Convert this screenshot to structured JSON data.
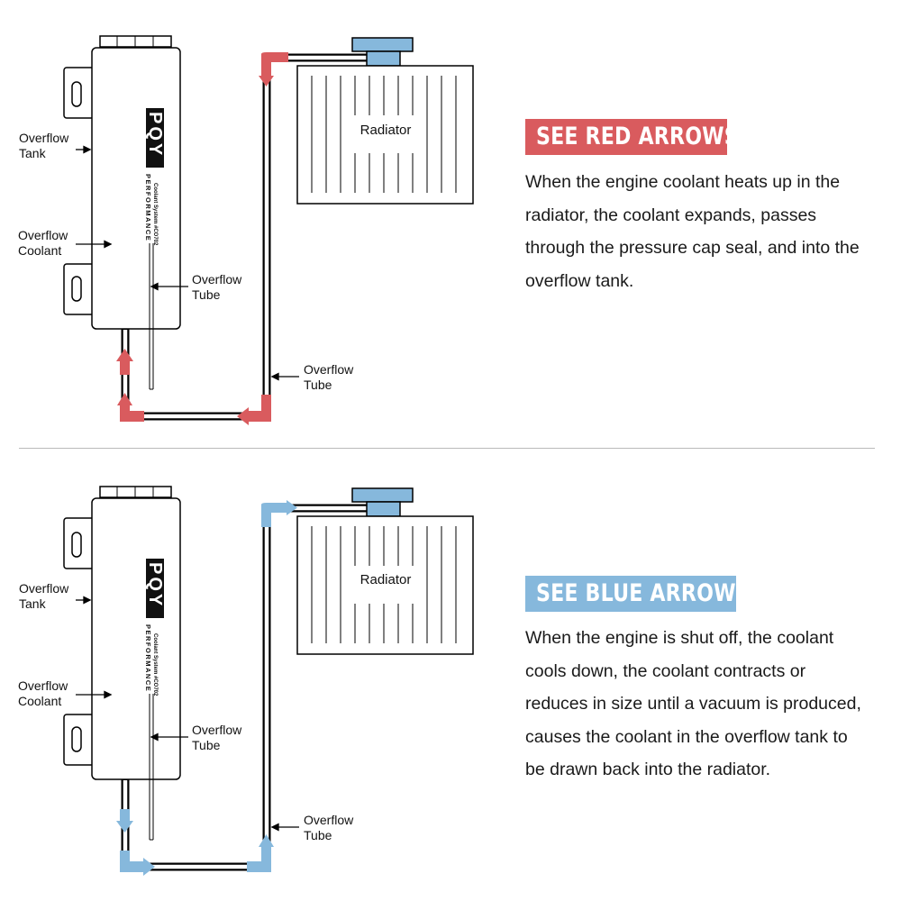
{
  "labels": {
    "overflow_tank": [
      "Overflow",
      "Tank"
    ],
    "overflow_coolant": [
      "Overflow",
      "Coolant"
    ],
    "overflow_tube": [
      "Overflow",
      "Tube"
    ],
    "radiator": "Radiator",
    "brand": "PQY",
    "brand_sub": "PERFORMANCE",
    "product": "Coolant System #CO702"
  },
  "sections": [
    {
      "title": "SEE RED ARROWS",
      "color": "#d95b5e",
      "lines": [
        "When the engine coolant heats up in the",
        "radiator, the coolant expands, passes",
        "through the pressure cap seal, and into the",
        "overflow tank."
      ]
    },
    {
      "title": "SEE BLUE ARROWS",
      "color": "#86b8dc",
      "lines": [
        "When the engine is shut off, the coolant",
        "cools down, the coolant contracts or",
        "reduces in size until a vacuum is produced,",
        "causes the coolant in the overflow tank to",
        "be drawn back into the radiator."
      ]
    }
  ]
}
